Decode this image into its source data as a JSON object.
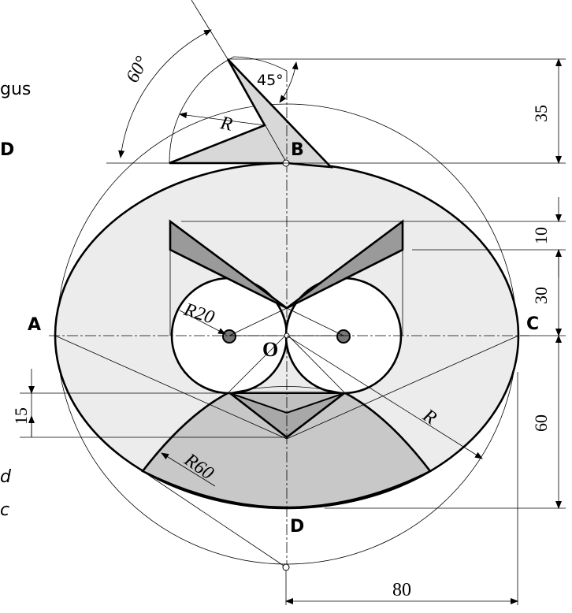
{
  "points": {
    "A": "A",
    "B": "B",
    "C": "C",
    "D": "D",
    "O": "O"
  },
  "dimensions": {
    "angle_top": "60°",
    "angle_beak": "45°",
    "radius_top": "R",
    "radius_eye": "R20",
    "radius_ellipse": "R",
    "radius_belly": "R60",
    "dim_35": "35",
    "dim_10": "10",
    "dim_30": "30",
    "dim_60": "60",
    "dim_15": "15",
    "dim_80": "80"
  },
  "text_fragments": {
    "f1": "gus",
    "f2": "D",
    "f3": "d",
    "f4": "c"
  },
  "colors": {
    "body_fill": "#ececec",
    "beak_fill": "#d8d8d8",
    "brow_fill": "#9a9a9a",
    "belly_fill": "#c8c8c8",
    "eye_fill": "#ffffff",
    "line": "#000000"
  }
}
